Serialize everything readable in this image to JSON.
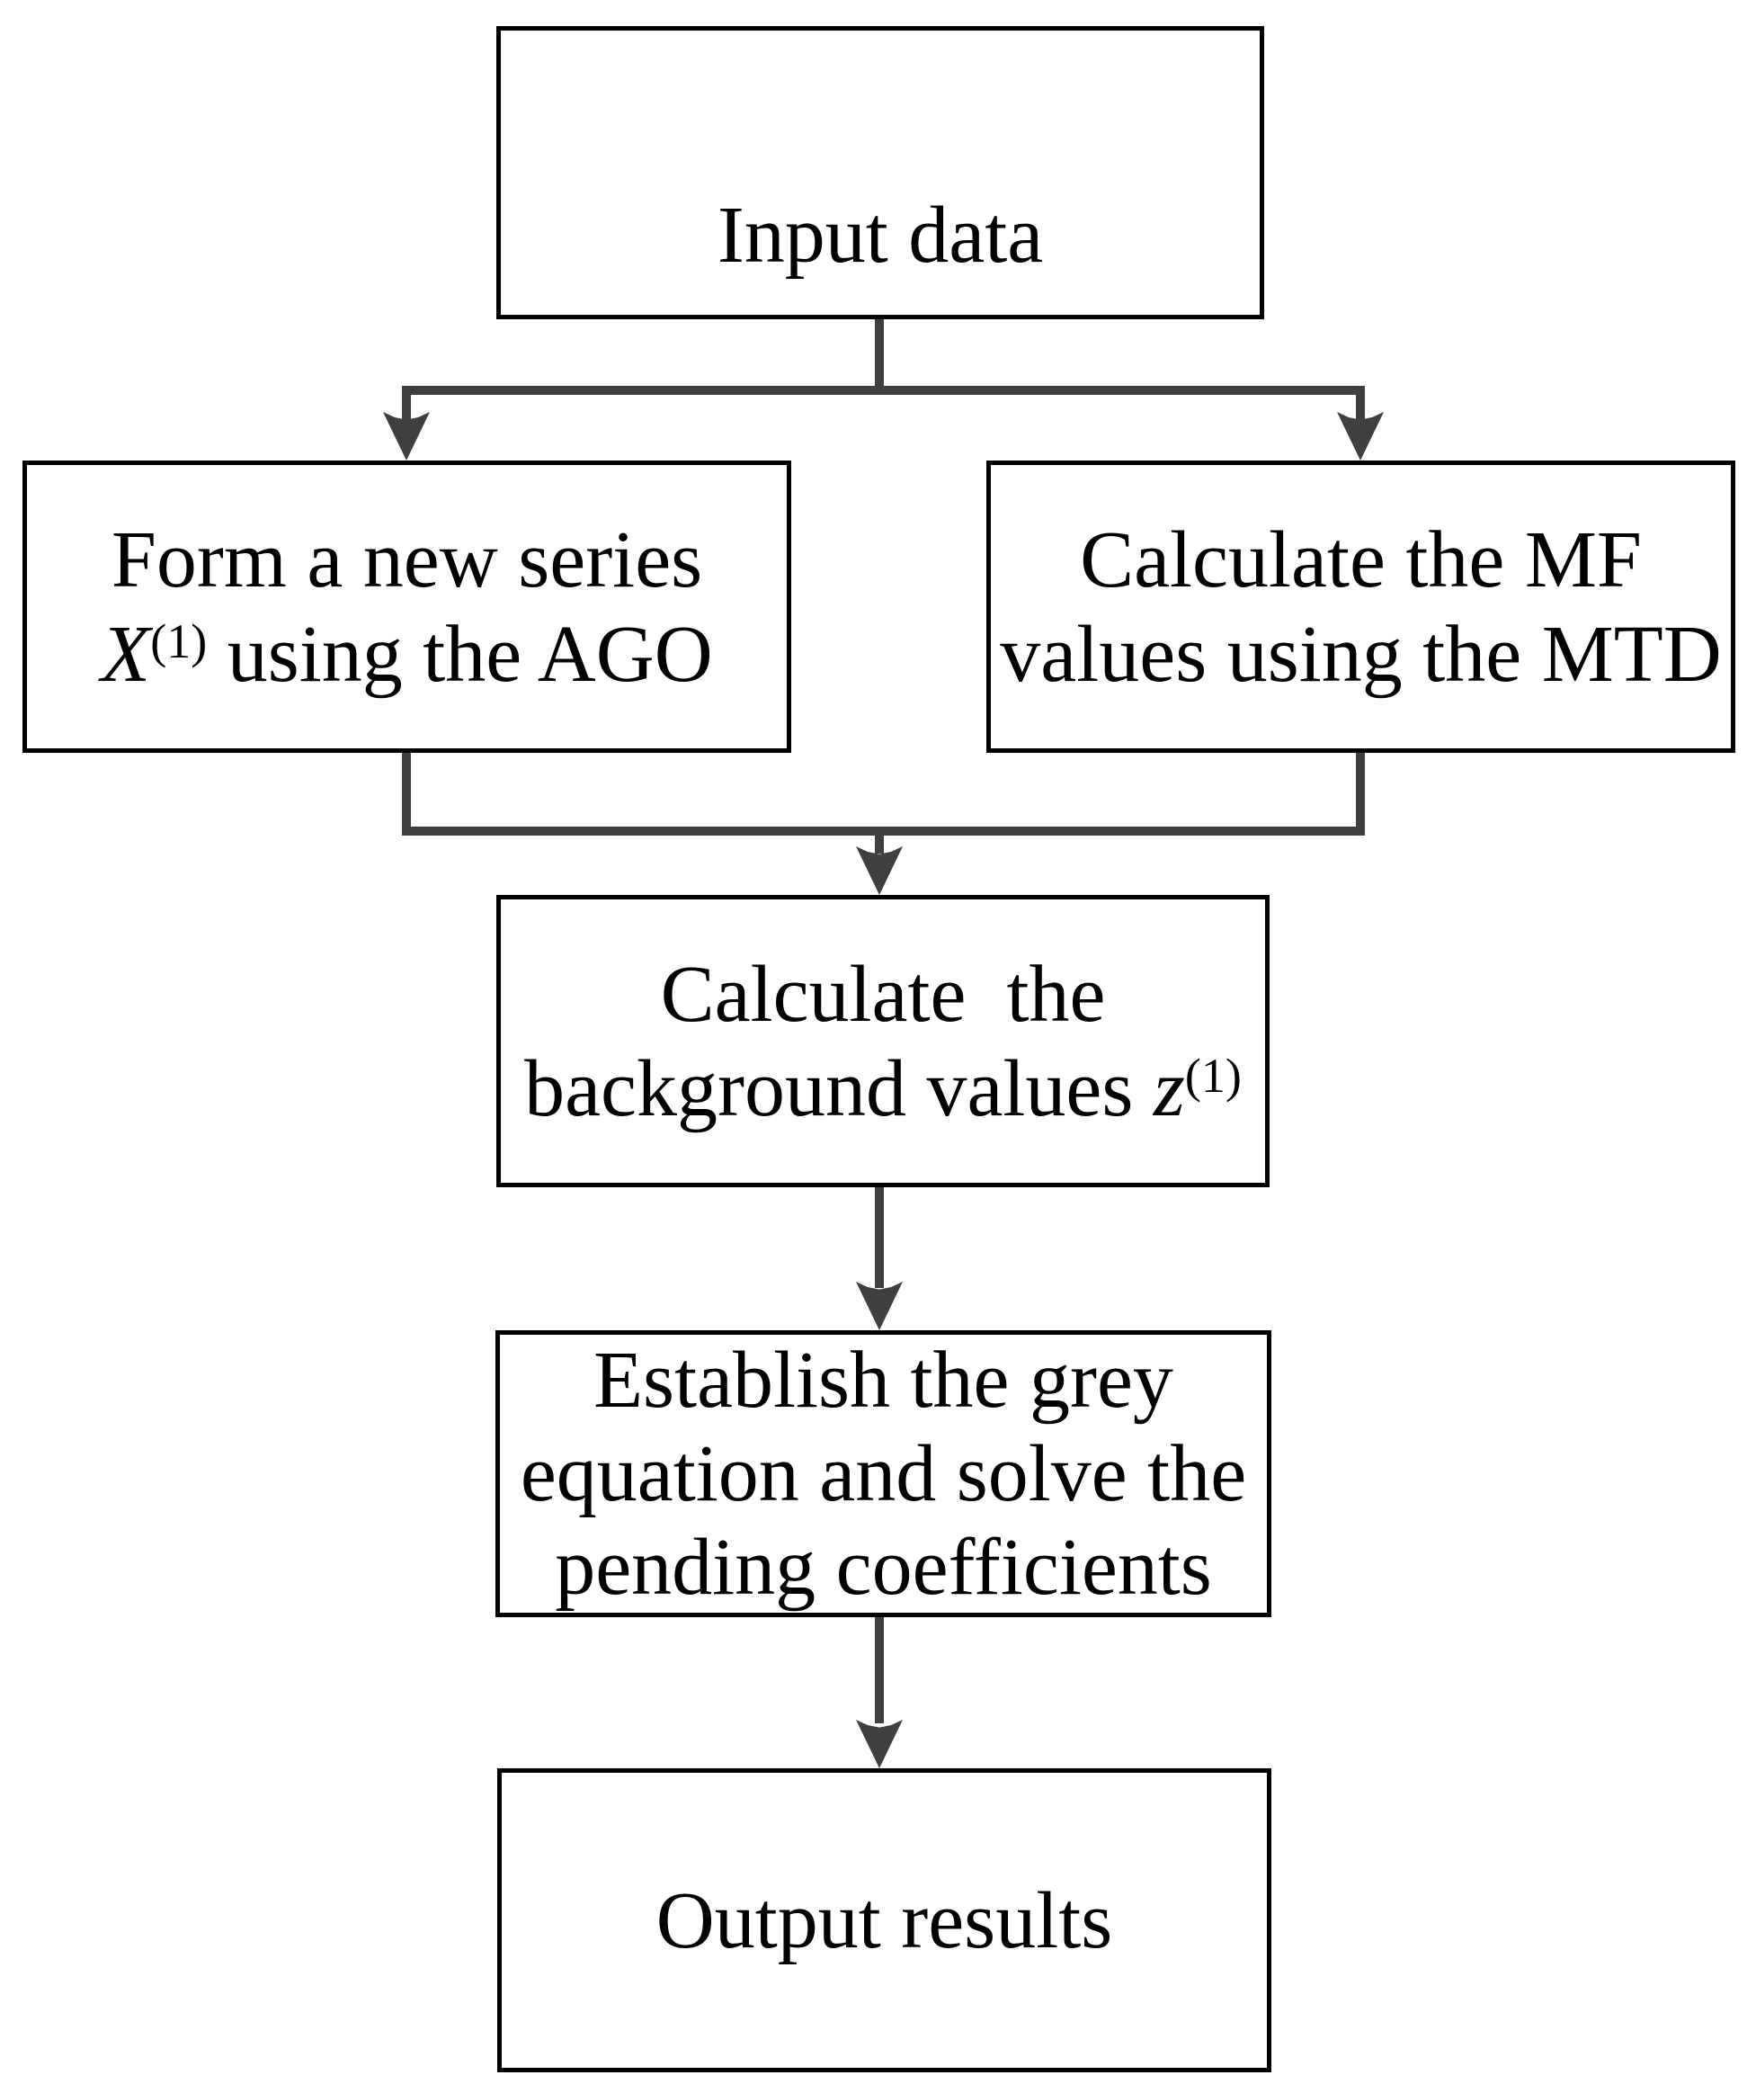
{
  "figure": {
    "type": "flowchart",
    "background_color": "#ffffff",
    "box_border_color": "#000000",
    "box_fill_color": "#ffffff",
    "connector_color": "#3f3f3f",
    "text_color": "#000000"
  },
  "nodes": {
    "input": {
      "label": "Input data"
    },
    "ago": {
      "line1": "Form a new series",
      "symbol": "X",
      "superscript": "(1)",
      "line2_rest": " using the AGO"
    },
    "mtd": {
      "line1": "Calculate the MF",
      "line2": "values using the MTD"
    },
    "background": {
      "line1": "Calculate  the",
      "line2_pre": "background values ",
      "symbol": "z",
      "superscript": "(1)"
    },
    "grey": {
      "line1": "Establish the grey",
      "line2": "equation and solve the",
      "line3": "pending coefficients"
    },
    "output": {
      "label": "Output results"
    }
  },
  "edges": [
    {
      "from": "input",
      "to": "ago"
    },
    {
      "from": "input",
      "to": "mtd"
    },
    {
      "from": "ago",
      "to": "background"
    },
    {
      "from": "mtd",
      "to": "background"
    },
    {
      "from": "background",
      "to": "grey"
    },
    {
      "from": "grey",
      "to": "output"
    }
  ]
}
